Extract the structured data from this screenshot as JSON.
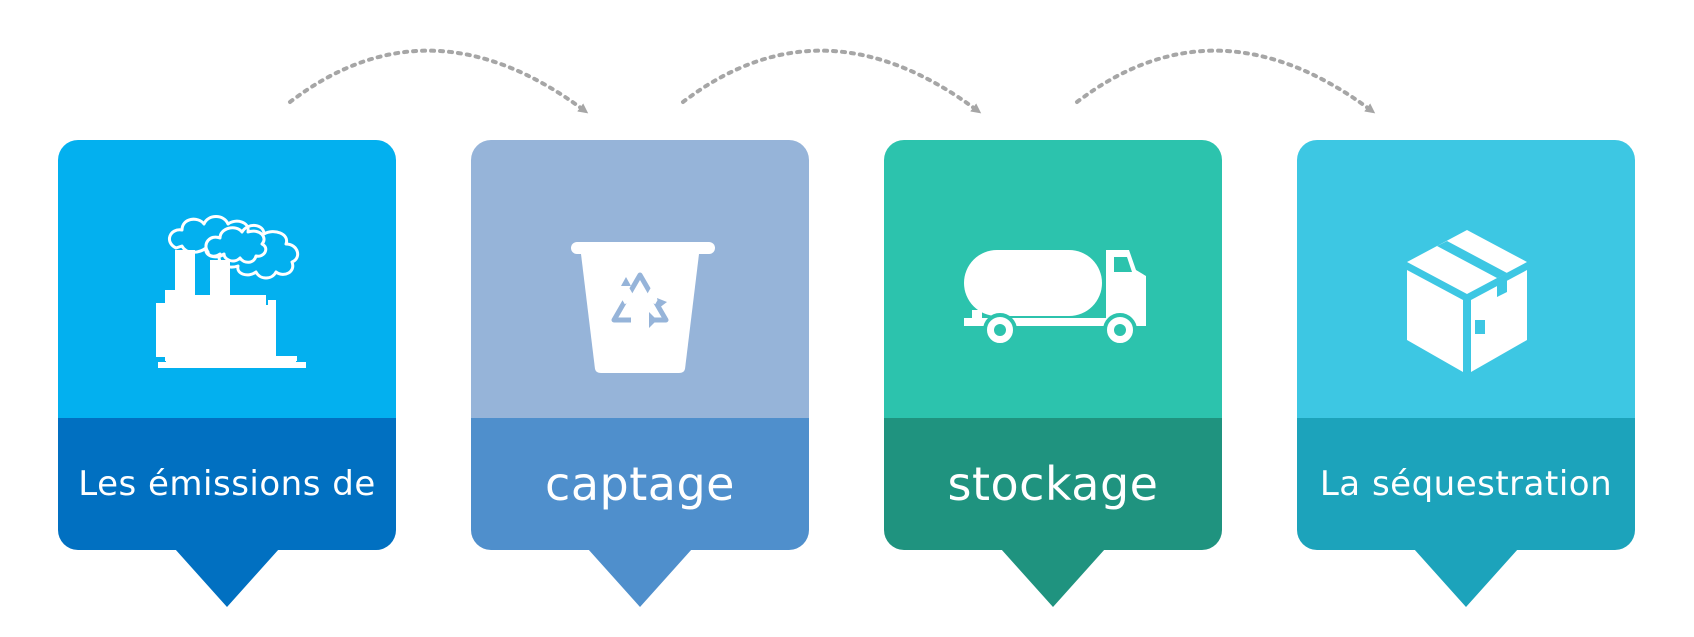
{
  "steps": [
    {
      "label": "Les émissions de",
      "icon": "factory-icon",
      "top_color": "#03b0ef",
      "bottom_color": "#0170c1"
    },
    {
      "label": "captage",
      "icon": "recycle-bin-icon",
      "top_color": "#96b4d9",
      "bottom_color": "#4f8fcc"
    },
    {
      "label": "stockage",
      "icon": "tanker-truck-icon",
      "top_color": "#2cc3ad",
      "bottom_color": "#1f937f"
    },
    {
      "label": "La séquestration",
      "icon": "box-icon",
      "top_color": "#3dc7e3",
      "bottom_color": "#1ca3bb"
    }
  ],
  "connector_color": "#a6a6a6"
}
